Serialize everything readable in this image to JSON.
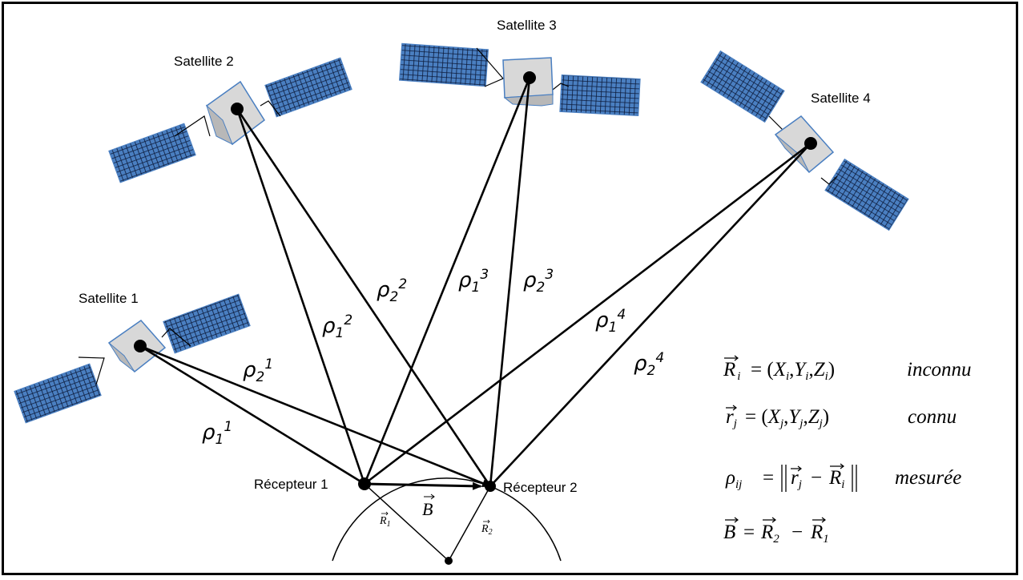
{
  "satellites": [
    {
      "label": "Satellite 1"
    },
    {
      "label": "Satellite 2"
    },
    {
      "label": "Satellite 3"
    },
    {
      "label": "Satellite 4"
    }
  ],
  "receivers": [
    {
      "label": "Récepteur 1"
    },
    {
      "label": "Récepteur 2"
    }
  ],
  "ranges": [
    {
      "base": "ρ",
      "sub": "1",
      "sup": "1"
    },
    {
      "base": "ρ",
      "sub": "2",
      "sup": "1"
    },
    {
      "base": "ρ",
      "sub": "1",
      "sup": "2"
    },
    {
      "base": "ρ",
      "sub": "2",
      "sup": "2"
    },
    {
      "base": "ρ",
      "sub": "1",
      "sup": "3"
    },
    {
      "base": "ρ",
      "sub": "2",
      "sup": "3"
    },
    {
      "base": "ρ",
      "sub": "1",
      "sup": "4"
    },
    {
      "base": "ρ",
      "sub": "2",
      "sup": "4"
    }
  ],
  "vectors": {
    "baseline": "B",
    "r1": "R",
    "r1_sub": "1",
    "r2": "R",
    "r2_sub": "2"
  },
  "equations": {
    "eq1_lhs": "R",
    "eq1_sub": "i",
    "eq1_rhs": "= (X",
    "eq1_rhs_full": "= (Xi,Yi,Zi)",
    "eq1_note": "inconnu",
    "eq2_lhs": "r",
    "eq2_sub": "j",
    "eq2_rhs_full": "= (Xj,Yj,Zj)",
    "eq2_note": "connu",
    "eq3_lhs": "ρ",
    "eq3_sub": "ij",
    "eq3_note": "mesurée",
    "eq4_lhs": "B",
    "eq4_rhs_full": "= R2 − R1"
  },
  "colors": {
    "panel": "#4a7fc1",
    "panel_grid": "#0c1a3a",
    "body": "#d8d8d8",
    "lines": "#000000"
  }
}
